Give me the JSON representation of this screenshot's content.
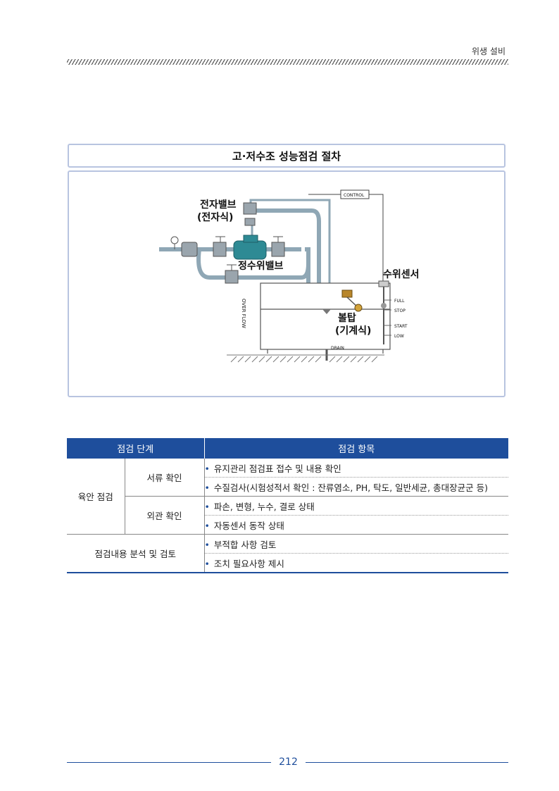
{
  "header": {
    "section": "위생 설비"
  },
  "figure": {
    "title": "고·저수조 성능점검 절차",
    "labels": {
      "solenoid_valve": "전자밸브",
      "solenoid_type": "(전자식)",
      "purify_valve": "정수위밸브",
      "level_sensor": "수위센서",
      "ball_tap": "볼탑",
      "ball_tap_type": "(기계식)",
      "control": "CONTROL",
      "overflow": "OVER FLOW",
      "drain": "DRAIN",
      "full": "FULL",
      "stop": "STOP",
      "start": "START",
      "low": "LOW"
    }
  },
  "table": {
    "headers": [
      "점검 단계",
      "점검 항목"
    ],
    "group1": "육안 점검",
    "sub1": "서류 확인",
    "sub2": "외관 확인",
    "group2": "점검내용 분석 및 검토",
    "items": [
      "유지관리 점검표 접수 및 내용 확인",
      "수질검사(시험성적서 확인 : 잔류염소, PH, 탁도, 일반세균, 총대장균군 등)",
      "파손, 변형, 누수, 결로 상태",
      "자동센서 동작 상태",
      "부적합 사항 검토",
      "조치 필요사항 제시"
    ]
  },
  "footer": {
    "page": "212"
  }
}
